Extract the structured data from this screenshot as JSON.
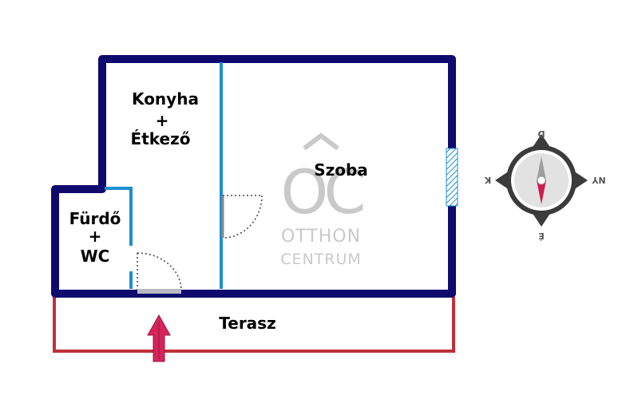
{
  "rooms": {
    "konyha": {
      "line1": "Konyha",
      "line2": "+",
      "line3": "Étkező"
    },
    "szoba": {
      "label": "Szoba"
    },
    "furdo": {
      "line1": "Fürdő",
      "line2": "+",
      "line3": "WC"
    },
    "terasz": {
      "label": "Terasz"
    }
  },
  "watermark": {
    "monogram": "OC",
    "line1": "OTTHON",
    "line2": "CENTRUM"
  },
  "compass": {
    "north": "É",
    "south": "D",
    "east": "K",
    "west": "NY"
  },
  "colors": {
    "outer_wall": "#0e0a6e",
    "inner_wall": "#1c8fd0",
    "terrace_outline": "#c0303a",
    "entrance_arrow": "#d6245a",
    "compass_needle_north": "#d01b4a",
    "compass_dark": "#3b3b3b"
  }
}
